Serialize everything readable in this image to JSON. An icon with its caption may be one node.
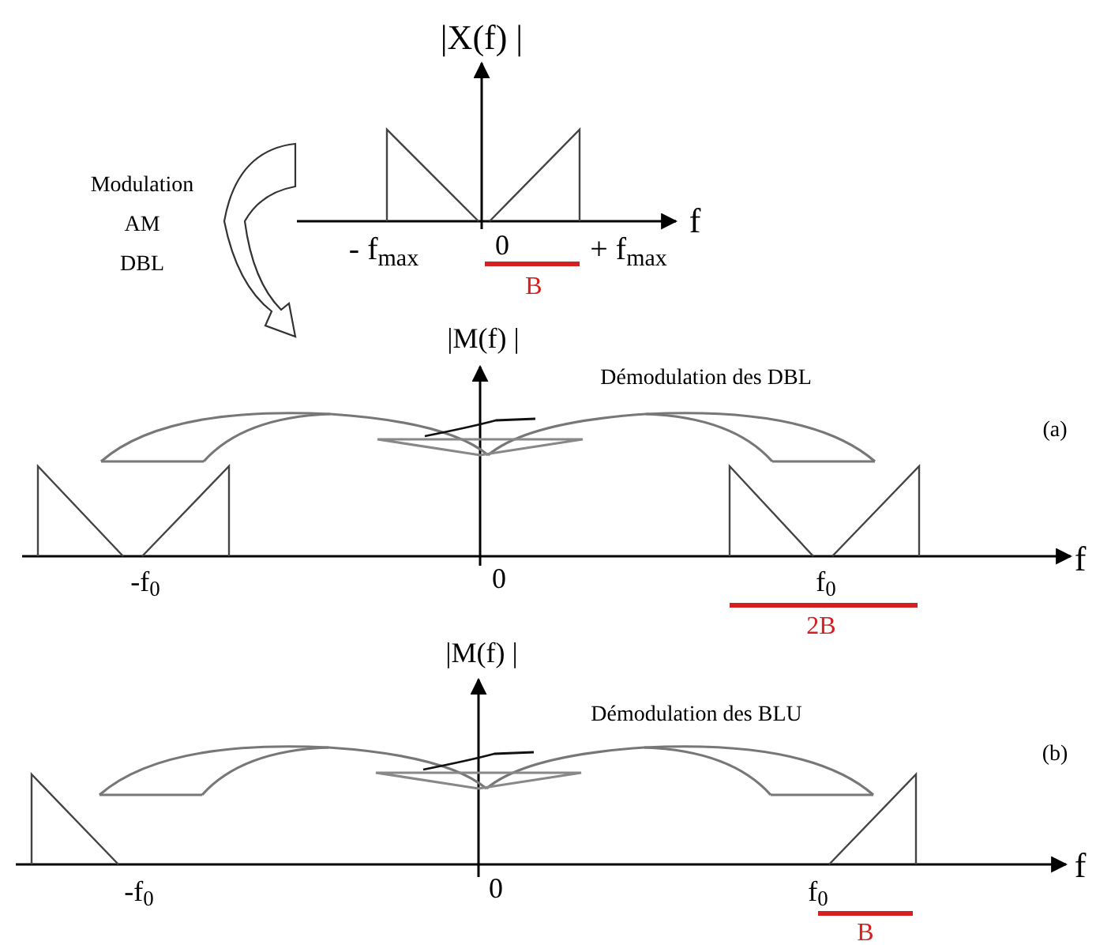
{
  "diagram": {
    "labels": [
      "|X(f) |",
      "Modulation",
      "AM",
      "DBL",
      "f",
      "- f$_{max}$",
      "0",
      "+ f$_{max}$",
      "B",
      "|M(f) |",
      "Démodulation des DBL",
      "(a)",
      "f",
      "-f$_{0}$",
      "0",
      "f$_{0}$",
      "2B",
      "|M(f) |",
      "Démodulation des BLU",
      "(b)",
      "f",
      "-f$_{0}$",
      "0",
      "f$_{0}$",
      "B"
    ]
  }
}
